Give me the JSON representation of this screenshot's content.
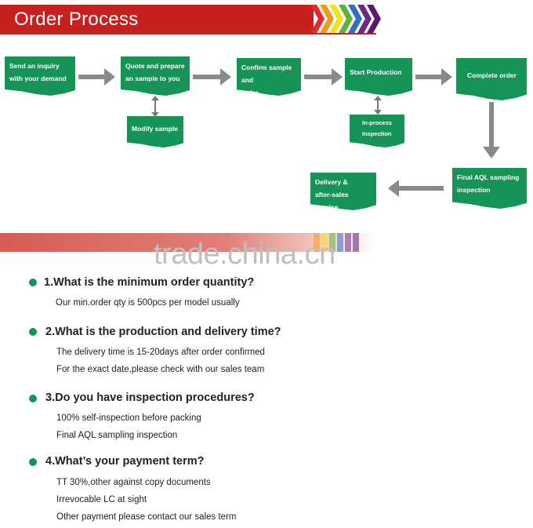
{
  "header": {
    "title": "Order Process"
  },
  "flow": {
    "send": [
      "Send an inquiry",
      "with your demand"
    ],
    "quote": [
      "Quote and prepare",
      "an sample to you"
    ],
    "modify": [
      "Modify sample"
    ],
    "confirm": [
      "Confirm sample and",
      "order"
    ],
    "production": [
      "Start Production"
    ],
    "inprocess": [
      "In-process",
      "Inspection"
    ],
    "complete": [
      "Complete order"
    ],
    "aql": [
      "Final AQL sampling",
      "inspection"
    ],
    "delivery": [
      "Delivery &",
      "after-sales service"
    ]
  },
  "watermark": "trade.china.cn",
  "faq": [
    {
      "q": "1.What is the minimum order quantity?",
      "a": [
        "Our min.order qty is 500pcs per model usually"
      ]
    },
    {
      "q": "2.What is the production and delivery time?",
      "a": [
        "The delivery time is 15-20days after order confirmed",
        "For the exact date,please check with our sales team"
      ]
    },
    {
      "q": "3.Do you have inspection procedures?",
      "a": [
        "100% self-inspection before packing",
        "Final AQL sampling inspection"
      ]
    },
    {
      "q": "4.What’s your payment term?",
      "a": [
        "TT 30%,other against copy documents",
        "Irrevocable LC at sight",
        "Other payment please contact our sales term"
      ]
    }
  ],
  "colors": {
    "brand_red": "#c8201f",
    "box_green": "#169357",
    "arrow_gray": "#8a8a8a"
  }
}
